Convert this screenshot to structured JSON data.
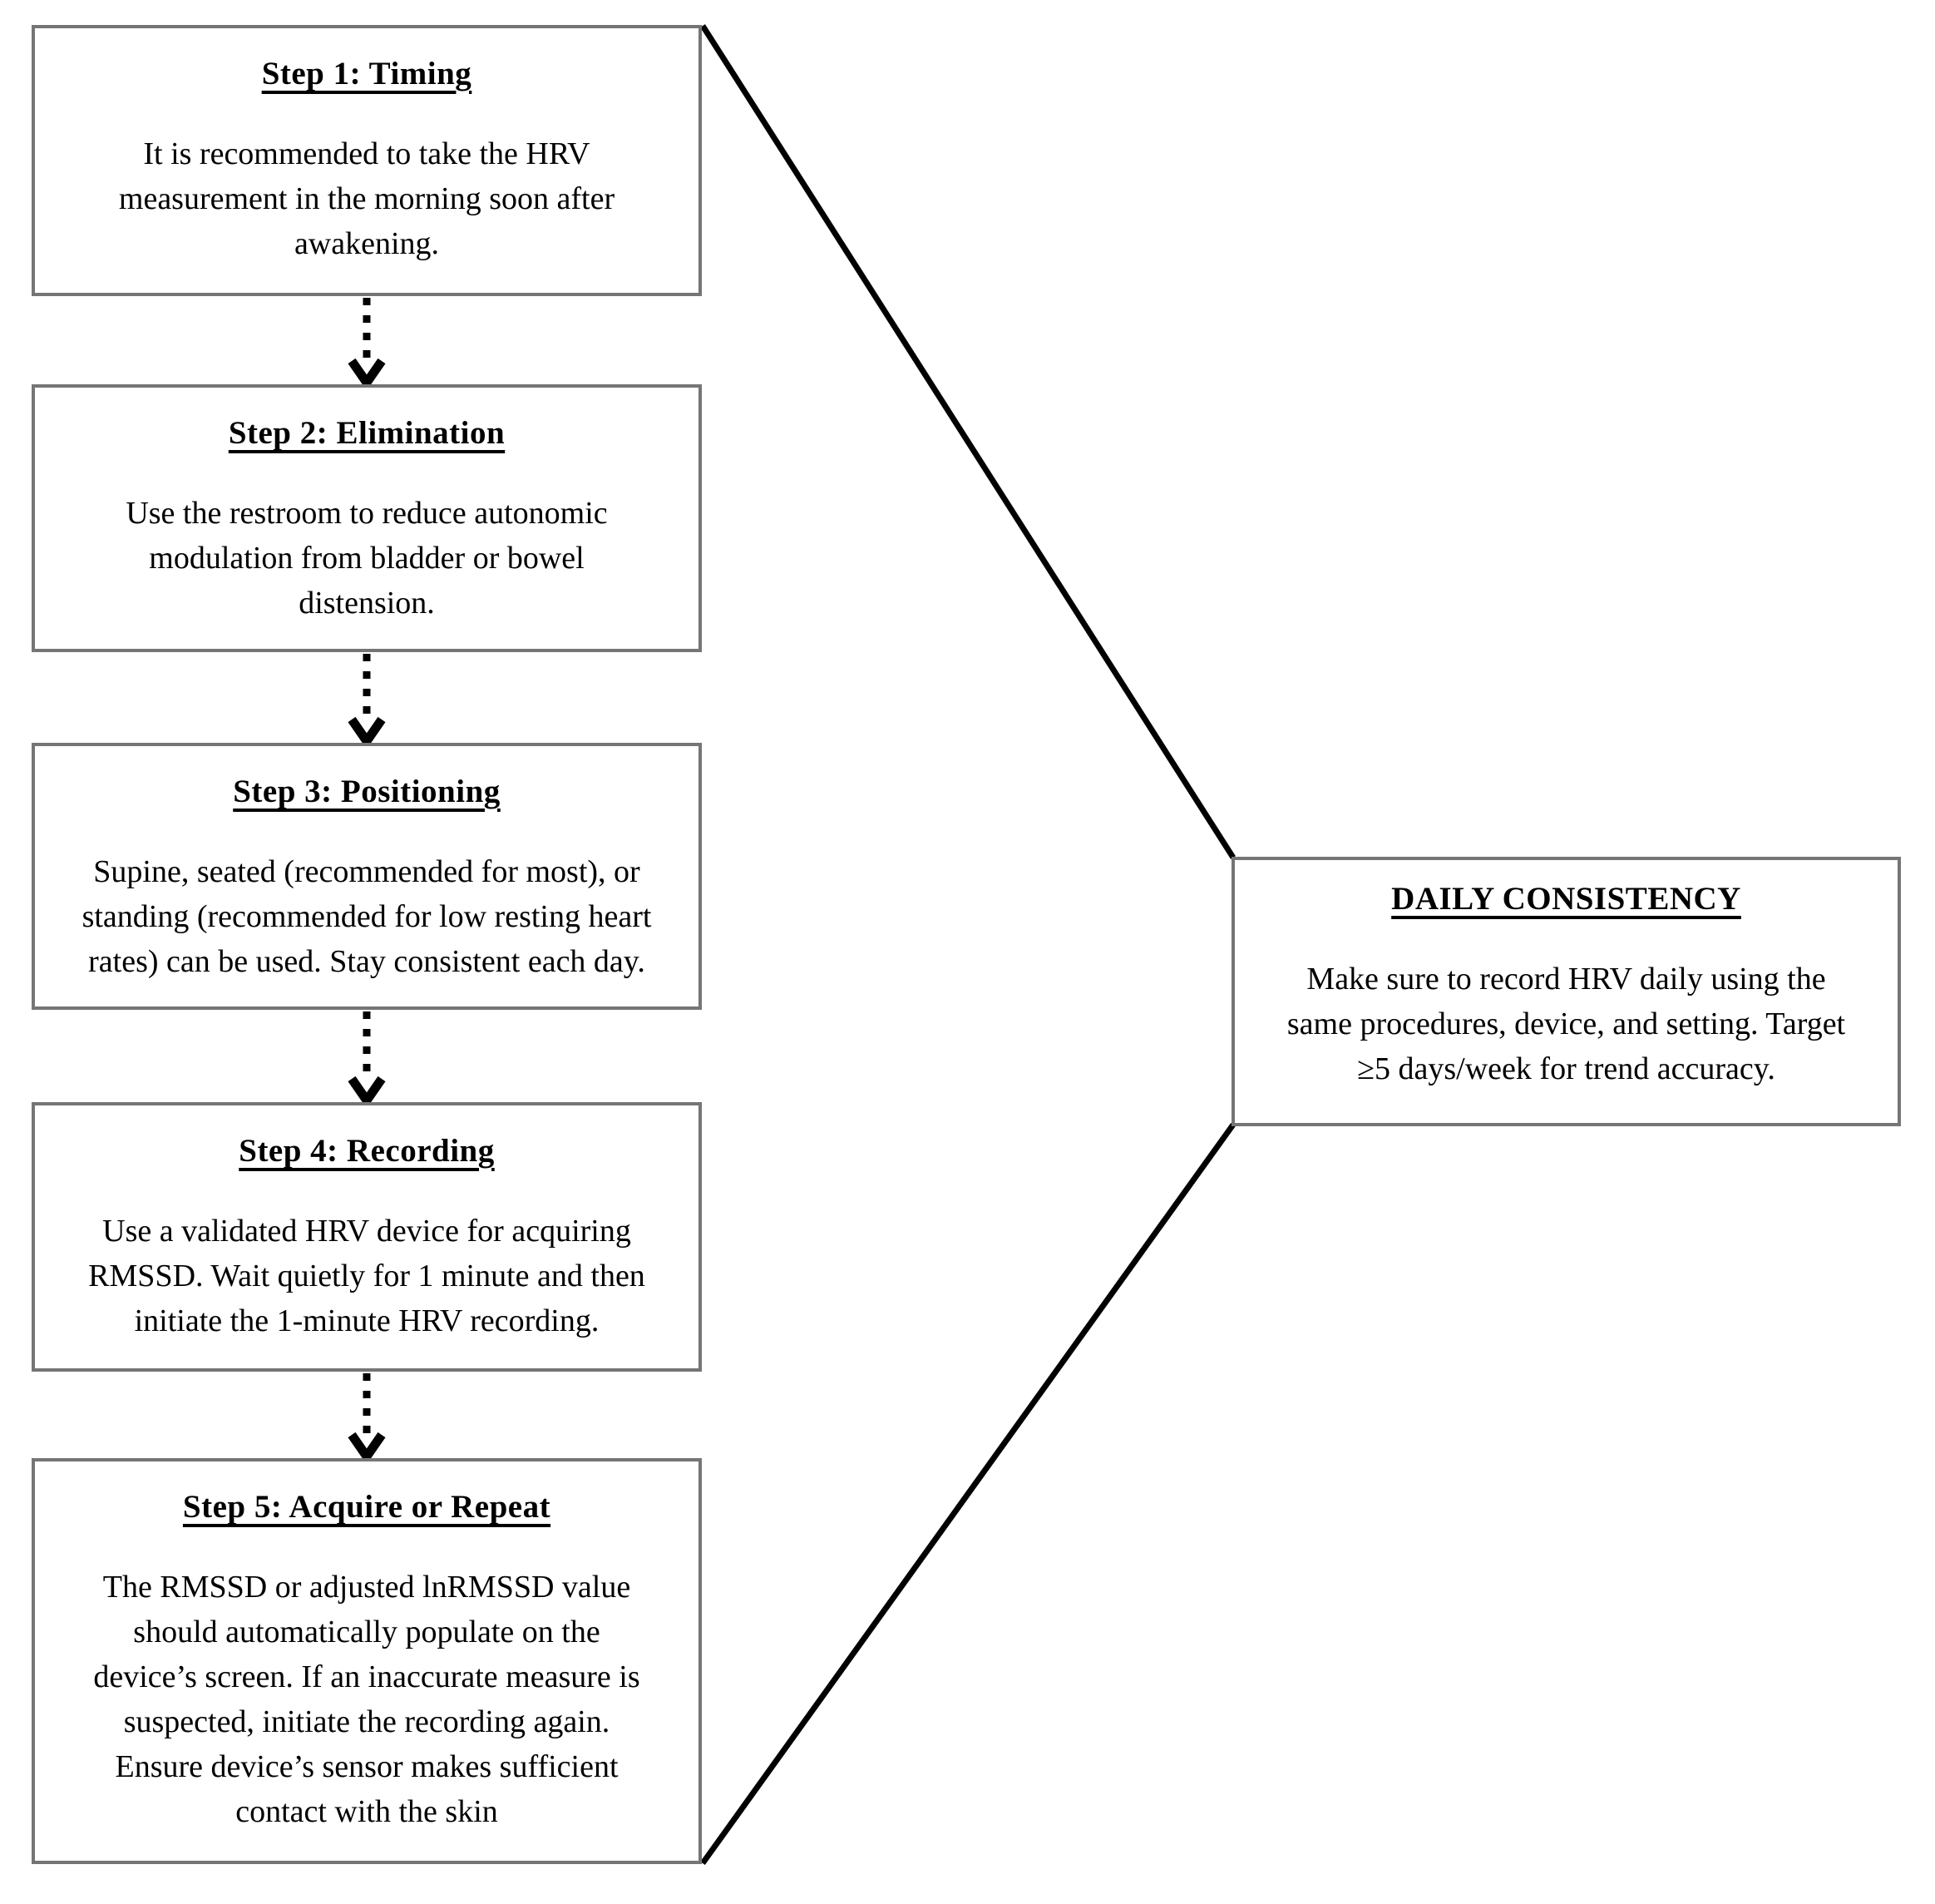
{
  "diagram": {
    "title_semantic": "HRV daily measurement procedure flowchart",
    "steps": [
      {
        "title": "Step 1: Timing",
        "body": "It is recommended to take the HRV\nmeasurement in the morning soon after\nawakening."
      },
      {
        "title": "Step 2: Elimination",
        "body": "Use the restroom to reduce autonomic\nmodulation from bladder or bowel\ndistension."
      },
      {
        "title": "Step 3: Positioning",
        "body": "Supine, seated (recommended for most), or\nstanding (recommended for low resting heart\nrates) can be used. Stay consistent each day."
      },
      {
        "title": "Step 4: Recording",
        "body": "Use a validated HRV device for acquiring\nRMSSD. Wait quietly for 1 minute and then\ninitiate the 1-minute HRV recording."
      },
      {
        "title": "Step 5: Acquire or Repeat",
        "body": "The RMSSD or adjusted lnRMSSD value\nshould automatically populate on the\ndevice’s screen. If an inaccurate measure is\nsuspected, initiate the recording again.\nEnsure device’s sensor makes sufficient\ncontact with the skin"
      }
    ],
    "side_note": {
      "title": "DAILY CONSISTENCY",
      "body": "Make sure to record HRV daily using the\nsame procedures, device, and setting. Target\n≥5 days/week for trend accuracy."
    },
    "colors": {
      "background": "#ffffff",
      "box_border": "#757575",
      "text": "#000000",
      "connector": "#000000"
    }
  }
}
